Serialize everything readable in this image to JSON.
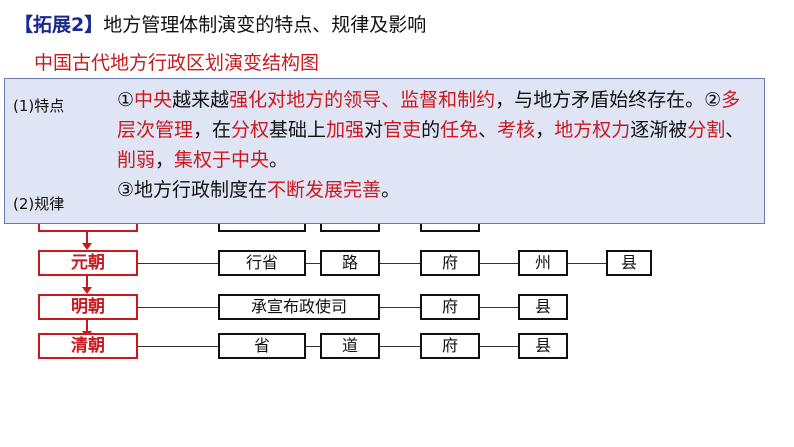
{
  "title": {
    "tag": "【拓展2】",
    "text": "地方管理体制演变的特点、规律及影响"
  },
  "diagram_title": "中国古代地方行政区划演变结构图",
  "overlay": {
    "label_features": "(1)特点",
    "label_rules": "(2)规律",
    "lines": [
      [
        {
          "t": "①",
          "red": false
        },
        {
          "t": "中央",
          "red": true
        },
        {
          "t": "越来越",
          "red": false
        },
        {
          "t": "强化对地方的领导、监督和制约",
          "red": true
        },
        {
          "t": "，与地方矛盾始终存在。②",
          "red": false
        },
        {
          "t": "多层次管理",
          "red": true
        },
        {
          "t": "，在",
          "red": false
        },
        {
          "t": "分权",
          "red": true
        },
        {
          "t": "基础上",
          "red": false
        },
        {
          "t": "加强",
          "red": true
        },
        {
          "t": "对",
          "red": false
        },
        {
          "t": "官吏",
          "red": true
        },
        {
          "t": "的",
          "red": false
        },
        {
          "t": "任免",
          "red": true
        },
        {
          "t": "、",
          "red": false
        },
        {
          "t": "考核",
          "red": true
        },
        {
          "t": "，",
          "red": false
        },
        {
          "t": "地方权力",
          "red": true
        },
        {
          "t": "逐渐被",
          "red": false
        },
        {
          "t": "分割",
          "red": true
        },
        {
          "t": "、",
          "red": false
        },
        {
          "t": "削弱",
          "red": true
        },
        {
          "t": "，",
          "red": false
        },
        {
          "t": "集权于中央",
          "red": true
        },
        {
          "t": "。",
          "red": false
        }
      ],
      [
        {
          "t": "③地方行政制度在",
          "red": false
        },
        {
          "t": "不断发展完善",
          "red": true
        },
        {
          "t": "。",
          "red": false
        }
      ]
    ]
  },
  "rows": [
    {
      "dynasty": "元朝",
      "units": [
        "行省",
        "路",
        "府",
        "州",
        "县"
      ]
    },
    {
      "dynasty": "明朝",
      "units": [
        "承宣布政使司",
        "府",
        "县"
      ]
    },
    {
      "dynasty": "清朝",
      "units": [
        "省",
        "道",
        "府",
        "县"
      ]
    }
  ],
  "colors": {
    "accent_red": "#c8191e",
    "heading_blue": "#1a2a8c",
    "overlay_bg": "#dfe5f5"
  }
}
